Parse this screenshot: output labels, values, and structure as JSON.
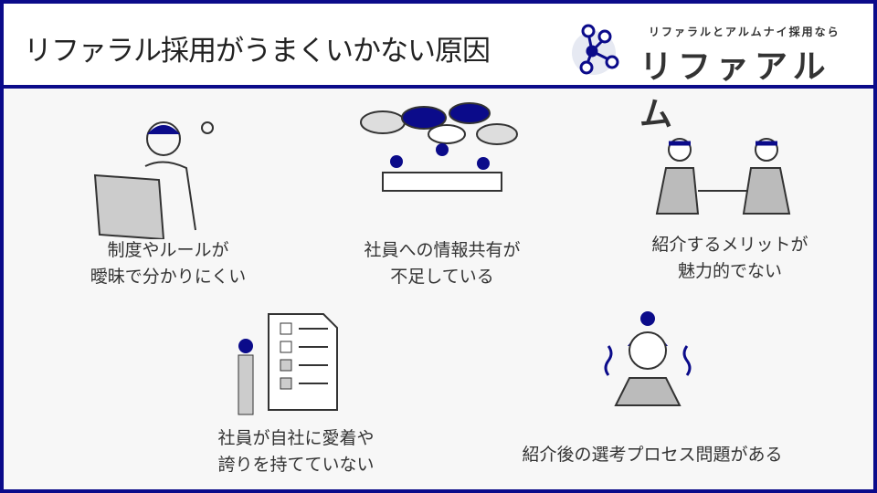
{
  "header": {
    "title": "リファラル採用がうまくいかない原因"
  },
  "logo": {
    "tagline": "リファラルとアルムナイ採用なら",
    "name": "リファアルム"
  },
  "causes": [
    {
      "line1": "制度やルールが",
      "line2": "曖昧で分かりにくい"
    },
    {
      "line1": "社員への情報共有が",
      "line2": "不足している"
    },
    {
      "line1": "紹介するメリットが",
      "line2": "魅力的でない"
    },
    {
      "line1": "社員が自社に愛着や",
      "line2": "誇りを持てていない"
    },
    {
      "line1": "紹介後の選考プロセス問題がある",
      "line2": ""
    }
  ],
  "colors": {
    "accent": "#0b0b8a",
    "text": "#333333"
  }
}
